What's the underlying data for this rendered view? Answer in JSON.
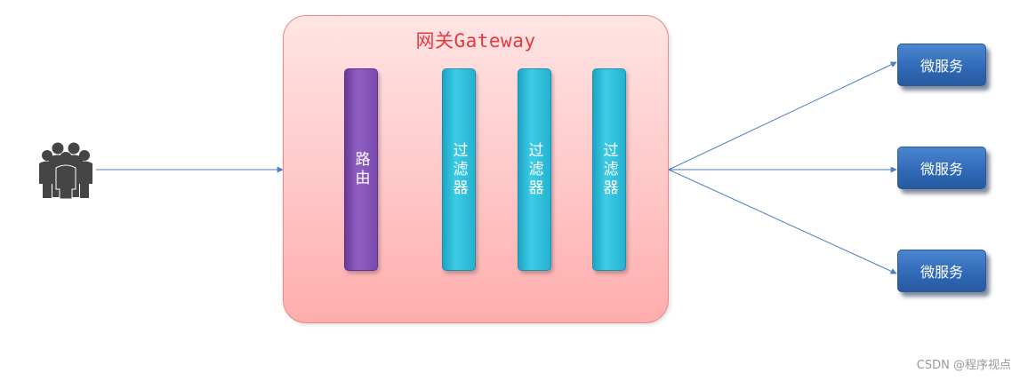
{
  "gateway": {
    "title": "网关Gateway"
  },
  "router": {
    "label": "路由"
  },
  "filters": [
    {
      "label": "过滤器"
    },
    {
      "label": "过滤器"
    },
    {
      "label": "过滤器"
    }
  ],
  "services": [
    {
      "label": "微服务"
    },
    {
      "label": "微服务"
    },
    {
      "label": "微服务"
    }
  ],
  "icons": {
    "clients": "users-group-icon"
  },
  "colors": {
    "gateway_border": "#e88a8a",
    "gateway_title": "#e8383d",
    "router": "#7a49ad",
    "filter": "#2fbfdc",
    "service": "#2f68b5",
    "arrow": "#4a7fc1"
  },
  "watermark": "CSDN @程序视点"
}
